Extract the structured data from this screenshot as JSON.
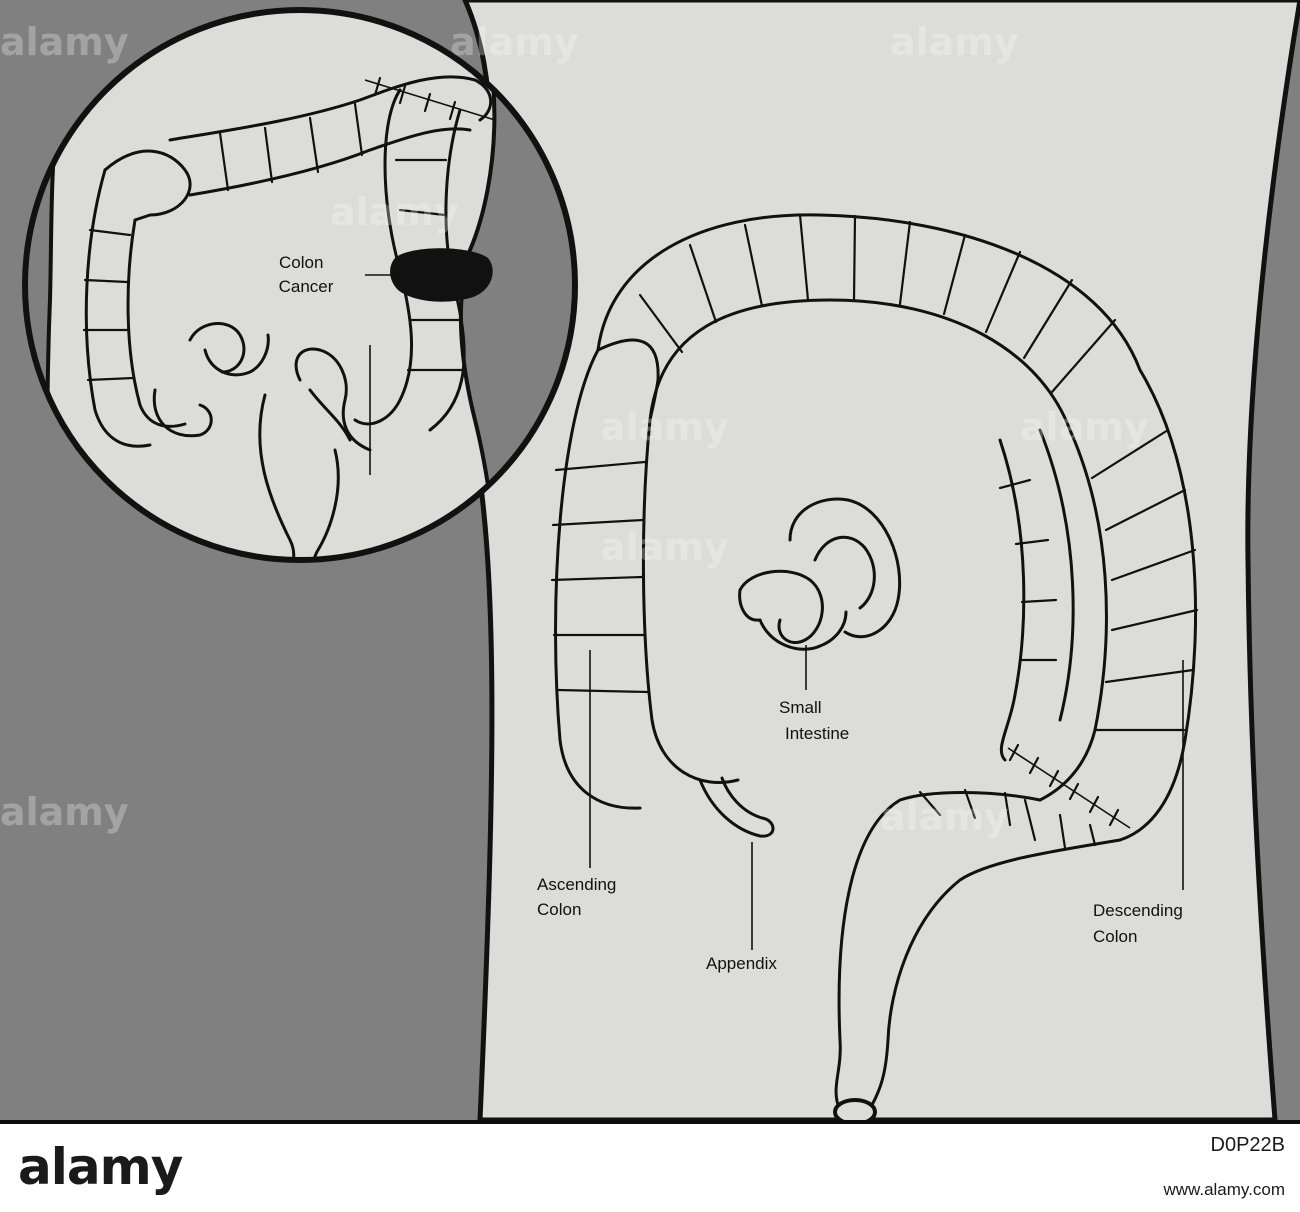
{
  "diagram": {
    "labels": {
      "colon_cancer_line1": "Colon",
      "colon_cancer_line2": "Cancer",
      "small_intestine_line1": "Small",
      "small_intestine_line2": "Intestine",
      "ascending_colon_line1": "Ascending",
      "ascending_colon_line2": "Colon",
      "appendix": "Appendix",
      "descending_colon_line1": "Descending",
      "descending_colon_line2": "Colon"
    },
    "colors": {
      "background": "#808080",
      "body_fill": "#dcdcd8",
      "outline": "#111111",
      "tumor": "#111111"
    }
  },
  "watermark": {
    "brand": "alamy"
  },
  "footer": {
    "brand": "alamy",
    "image_id": "D0P22B",
    "url": "www.alamy.com"
  }
}
